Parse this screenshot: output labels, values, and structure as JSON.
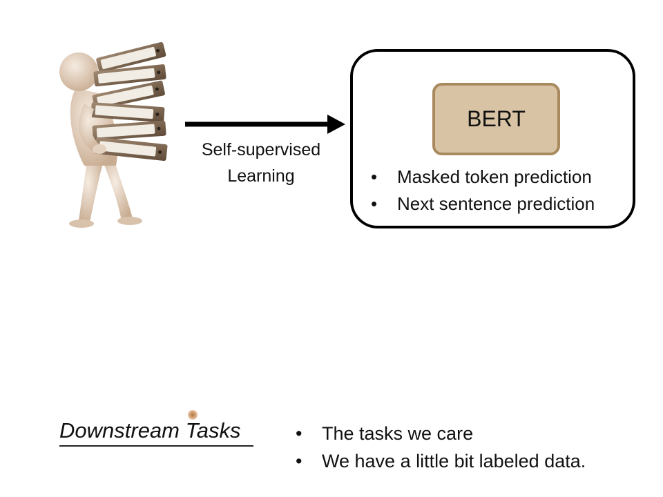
{
  "figure": {
    "icon": "person-carrying-binders-icon",
    "colors": {
      "figure": "#e8d8c8",
      "binder": "#8b7560",
      "label": "#f5f1ea"
    }
  },
  "arrow": {
    "label_lines": [
      "Self-supervised",
      "Learning"
    ]
  },
  "bert_panel": {
    "model_name": "BERT",
    "bullets": [
      "Masked token prediction",
      "Next sentence prediction"
    ],
    "colors": {
      "box_fill": "#d9c3a5",
      "box_border": "#a88a5e"
    }
  },
  "downstream": {
    "title": "Downstream Tasks",
    "bullets": [
      "The tasks we care",
      "We have a little bit labeled data."
    ]
  },
  "bullet_symbol": "•"
}
